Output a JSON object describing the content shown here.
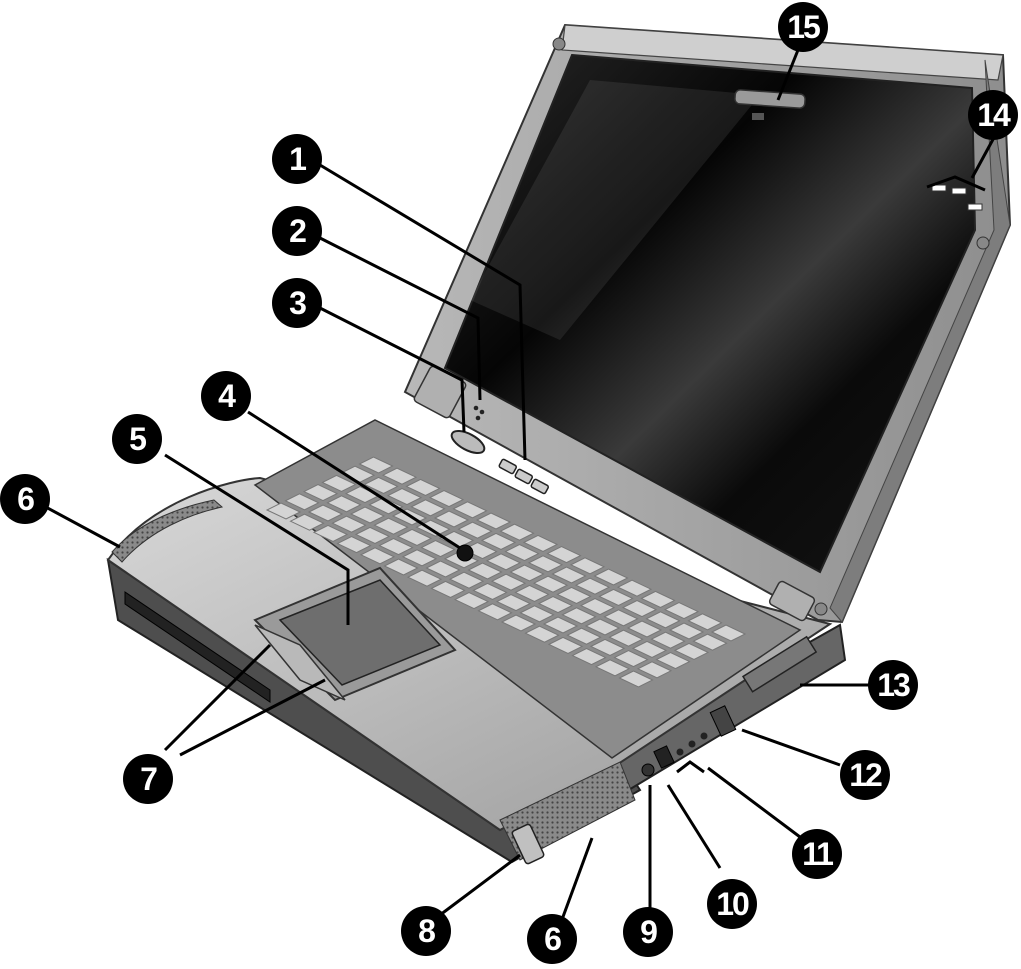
{
  "colors": {
    "callout_fill": "#000000",
    "callout_text": "#ffffff",
    "body_light": "#c9c9c9",
    "body_mid": "#a8a8a8",
    "body_dark": "#5a5a5a",
    "screen": "#0b0b0b",
    "key_top": "#d4d4d4",
    "key_edge": "#777777",
    "leader_line": "#000000"
  },
  "callouts": [
    {
      "id": "c1",
      "label": "1"
    },
    {
      "id": "c2",
      "label": "2"
    },
    {
      "id": "c3",
      "label": "3"
    },
    {
      "id": "c4",
      "label": "4"
    },
    {
      "id": "c5",
      "label": "5"
    },
    {
      "id": "c6a",
      "label": "6"
    },
    {
      "id": "c7",
      "label": "7"
    },
    {
      "id": "c8",
      "label": "8"
    },
    {
      "id": "c6b",
      "label": "6"
    },
    {
      "id": "c9",
      "label": "9"
    },
    {
      "id": "c10",
      "label": "10"
    },
    {
      "id": "c11",
      "label": "11"
    },
    {
      "id": "c12",
      "label": "12"
    },
    {
      "id": "c13",
      "label": "13"
    },
    {
      "id": "c14",
      "label": "14"
    },
    {
      "id": "c15",
      "label": "15"
    }
  ]
}
